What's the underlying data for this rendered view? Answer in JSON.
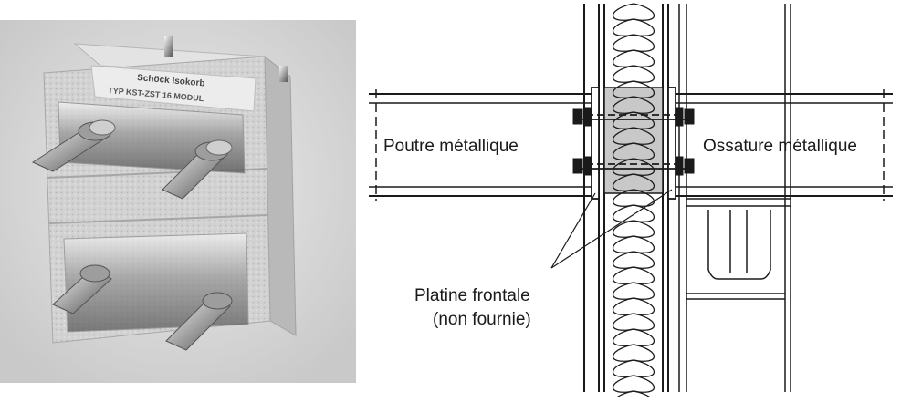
{
  "product": {
    "brand": "Schöck Isokorb",
    "model": "TYP KST-ZST 16 MODUL"
  },
  "diagram": {
    "label_left_beam": "Poutre métallique",
    "label_right_frame": "Ossature métallique",
    "label_end_plate_line1": "Platine frontale",
    "label_end_plate_line2": "(non fournie)"
  },
  "colors": {
    "line": "#1a1a1a",
    "insulation_fill": "#c8c8c8",
    "photo_bg": "#d4d4d4",
    "module_body": "#cfcfcf",
    "steel": "#aaaaaa"
  }
}
